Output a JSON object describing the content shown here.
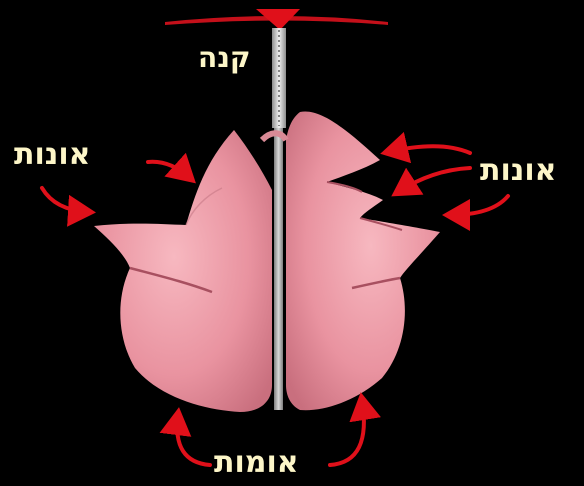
{
  "labels": {
    "trachea": "קנה",
    "lobes_left": "אונות",
    "lobes_right": "אונות",
    "base": "אומות"
  },
  "colors": {
    "background": "#000000",
    "arrow": "#e0101a",
    "label_text": "#fdf6c8",
    "lung_light": "#f4aab4",
    "lung_mid": "#e58a97",
    "lung_dark": "#b85a6a",
    "trachea_tube": "#c9c9c9"
  },
  "icons": {
    "arrows": "curved-arrow",
    "clamp": "red-clamp-bar"
  }
}
